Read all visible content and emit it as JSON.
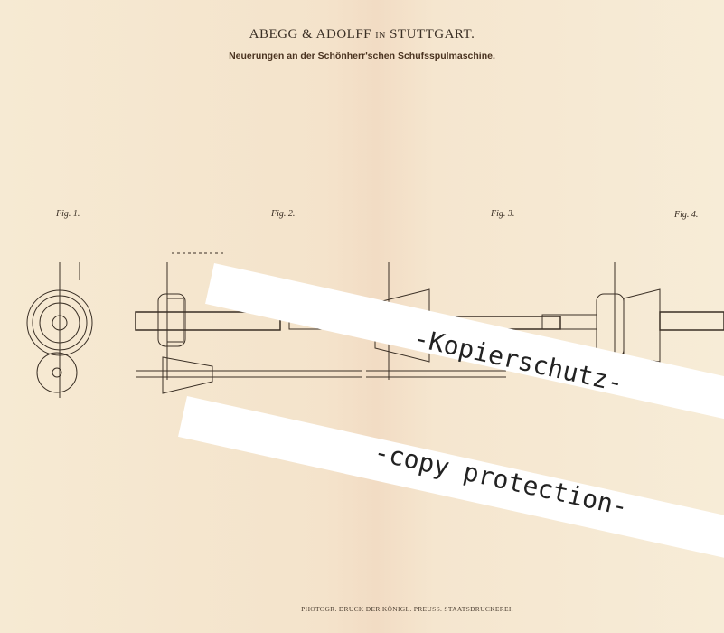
{
  "header": {
    "title_main": "ABEGG & ADOLFF",
    "title_in": "IN",
    "title_city": "STUTTGART.",
    "subtitle": "Neuerungen an der Schönherr'schen Schufsspulmaschine."
  },
  "figures": [
    "Fig. 1.",
    "Fig. 2.",
    "Fig. 3.",
    "Fig. 4."
  ],
  "footer": "PHOTOGR. DRUCK DER KÖNIGL. PREUSS. STAATSDRUCKEREI.",
  "watermark": {
    "line1": "-Kopierschutz-",
    "line2": "-copy protection-"
  }
}
